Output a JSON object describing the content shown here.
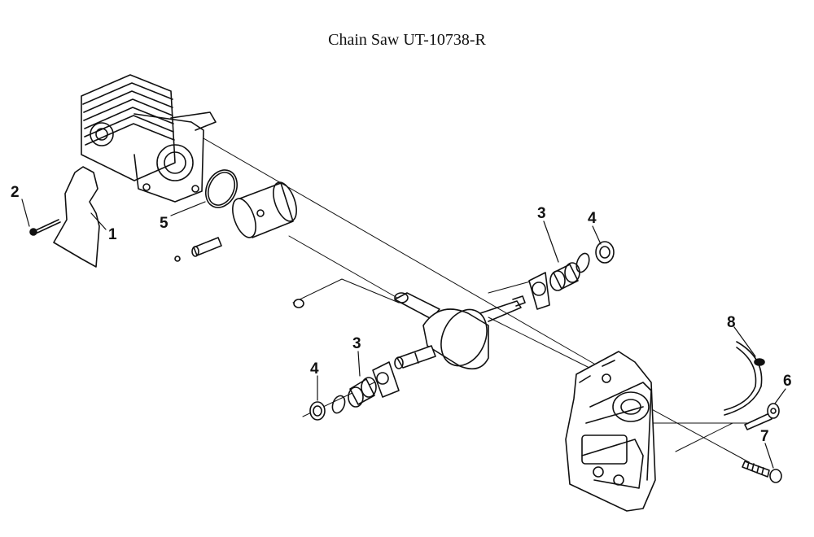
{
  "title": "Chain Saw UT-10738-R",
  "callouts": [
    {
      "id": "c1",
      "label": "1"
    },
    {
      "id": "c2",
      "label": "2"
    },
    {
      "id": "c3a",
      "label": "3"
    },
    {
      "id": "c4a",
      "label": "4"
    },
    {
      "id": "c5",
      "label": "5"
    },
    {
      "id": "c3b",
      "label": "3"
    },
    {
      "id": "c4b",
      "label": "4"
    },
    {
      "id": "c8",
      "label": "8"
    },
    {
      "id": "c6",
      "label": "6"
    },
    {
      "id": "c7",
      "label": "7"
    }
  ],
  "colors": {
    "ink": "#111111",
    "paper": "#ffffff"
  }
}
